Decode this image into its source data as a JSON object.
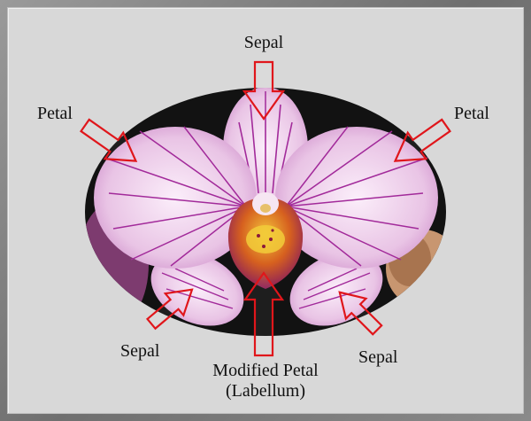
{
  "labels": {
    "top_sepal": "Sepal",
    "left_petal": "Petal",
    "right_petal": "Petal",
    "bottom_left_sepal": "Sepal",
    "bottom_right_sepal": "Sepal",
    "labellum_line1": "Modified Petal",
    "labellum_line2": "(Labellum)"
  },
  "colors": {
    "background": "#d8d8d8",
    "arrow": "#e0161b",
    "petal": "#e8c2e4",
    "vein": "#a22a9a",
    "photo_bg": "#111111"
  }
}
